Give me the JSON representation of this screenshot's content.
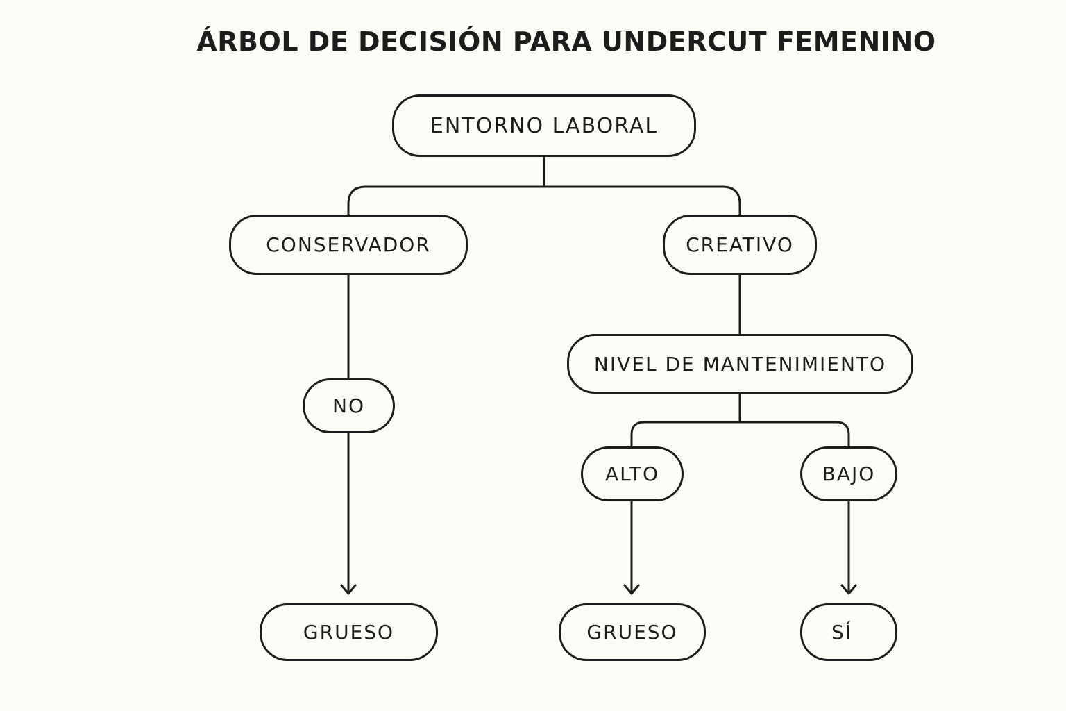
{
  "title": "ÁRBOL DE DECISIÓN PARA UNDERCUT FEMENINO",
  "nodes": {
    "root": "ENTORNO LABORAL",
    "conservador": "CONSERVADOR",
    "creativo": "CREATIVO",
    "no": "NO",
    "mantenimiento": "NIVEL DE MANTENIMIENTO",
    "alto": "ALTO",
    "bajo": "BAJO",
    "grueso_left": "GRUESO",
    "grueso_mid": "GRUESO",
    "si": "SÍ"
  }
}
